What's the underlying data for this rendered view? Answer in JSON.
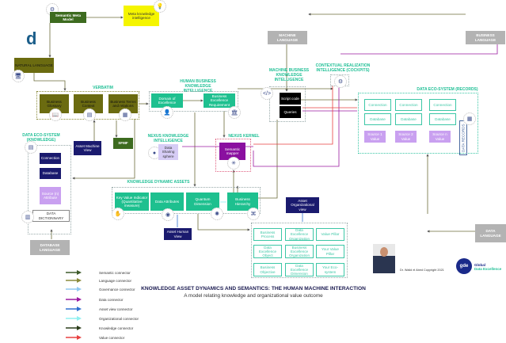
{
  "nodes": {
    "semantic_meta_model": "Semantic Meta Model",
    "meta_knowledge": "Meta knowledge intelligence",
    "natural_language": "NATURAL LANGUAGE",
    "verbatim": "VERBATIM",
    "business_glossary": "Business Glossary",
    "business_context": "Business Context",
    "business_terms": "Business Terms and relations",
    "human_bki": "HUMAN BUSINESS KNOWLEDGE INTELLIGENCE",
    "domain_excellence": "Domain of Excellence",
    "ber": "Business Excellence Requirement",
    "machine_language": "MACHINE LANGUAGE",
    "business_language": "BUSINESS LANGUAGE",
    "machine_bki": "MACHINE BUSINESS KNOWLEDGE INTELLIGENCE",
    "contextual": "CONTEXTUAL REALIZATION INTELLIGENCE (COCKPITS)",
    "script_code": "Script code",
    "queries": "Queries",
    "records_title": "DATA ECO-SYSTEM (RECORDS)",
    "connection": "Connection",
    "database": "Database",
    "sources": [
      "Source 1 Value",
      "Source 2 Value",
      "Source n Value"
    ],
    "data_records": "DATA RECORDS",
    "knowledge_title": "DATA ECO-SYSTEM (KNOWLEDGE)",
    "source_attr": "Source (n) Attribute",
    "data_dictionary": "DATA DICTIONNARY",
    "asset_machine": "Asset Machine View",
    "sfmf": "SFMF",
    "nexus_ki": "NEXUS KNOWLEDGE INTELLIGENCE",
    "data_sharing": "Data Sharing sphere",
    "nexus_kernel": "NEXUS KERNEL",
    "semantic_mapper": "Semantic mapper",
    "kda": "KNOWLEDGE DYNAMIC ASSETS",
    "kvi": "Key Value Indicator (Quantitative measure)",
    "data_attributes": "Data Attributes",
    "quantum": "Quantum Dimension",
    "hierarchy": "Business Hierarchy",
    "asset_human": "Asset Human View",
    "asset_org": "Asset Organizational view",
    "grid": [
      "Business Process",
      "Data Excellence Organization",
      "Value Pillar",
      "Data Excellence Object",
      "Business Excellence Organization",
      "Your Value Pillar",
      "Business Objective",
      "Data Excellence Dimension",
      "Your Eco-system"
    ],
    "database_language": "DATABASE LANGUAGE",
    "data_language": "DATA LANGUAGE"
  },
  "legend": [
    {
      "label": "Semantic connector",
      "color": "#3d5a2a"
    },
    {
      "label": "Language connector",
      "color": "#8a8a3a"
    },
    {
      "label": "Governance connector",
      "color": "#8fc8f0"
    },
    {
      "label": "Data connector",
      "color": "#9b1aa0"
    },
    {
      "label": "Asset view connector",
      "color": "#2f6fd0"
    },
    {
      "label": "Organizational  connector",
      "color": "#8ff0f0"
    },
    {
      "label": "Knowledge connector",
      "color": "#2b3d1a"
    },
    {
      "label": "Value connector",
      "color": "#e84040"
    }
  ],
  "title": "KNOWLEDGE ASSET DYNAMICS AND SEMANTICS: THE HUMAN MACHINE INTERACTION",
  "subtitle": "A model relating knowledge and organizational value outcome",
  "copyright": "Dr. Walid el Abed Copyright 2021",
  "brand": {
    "line1": "Global",
    "line2": "Data Excellence",
    "mark": "gde"
  }
}
